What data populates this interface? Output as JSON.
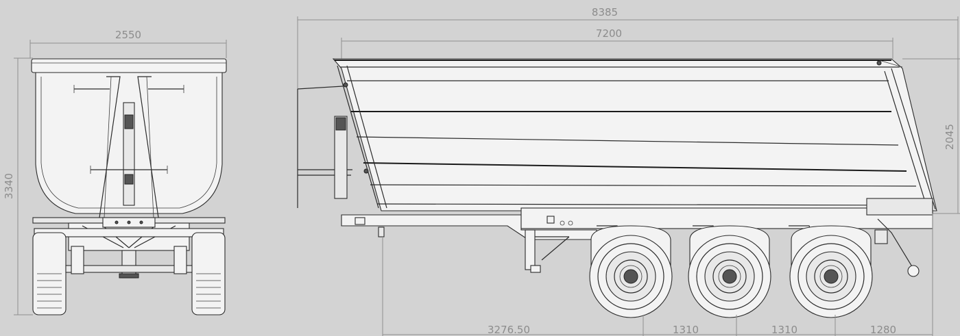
{
  "dimensions": {
    "front_width": "2550",
    "front_height": "3340",
    "overall_length": "8385",
    "body_length": "7200",
    "body_height": "2045",
    "kingpin_to_axle": "3276.50",
    "axle_spacing_1": "1310",
    "axle_spacing_2": "1310",
    "rear_overhang": "1280"
  }
}
